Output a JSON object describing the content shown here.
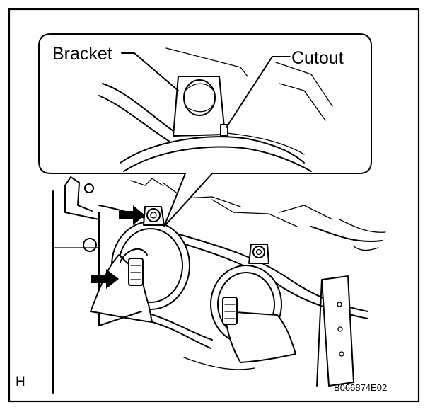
{
  "figure": {
    "labels": {
      "bracket": "Bracket",
      "cutout": "Cutout"
    },
    "view_letter": "H",
    "figure_code": "B066874E02",
    "colors": {
      "ink": "#000000",
      "paper": "#ffffff"
    }
  }
}
